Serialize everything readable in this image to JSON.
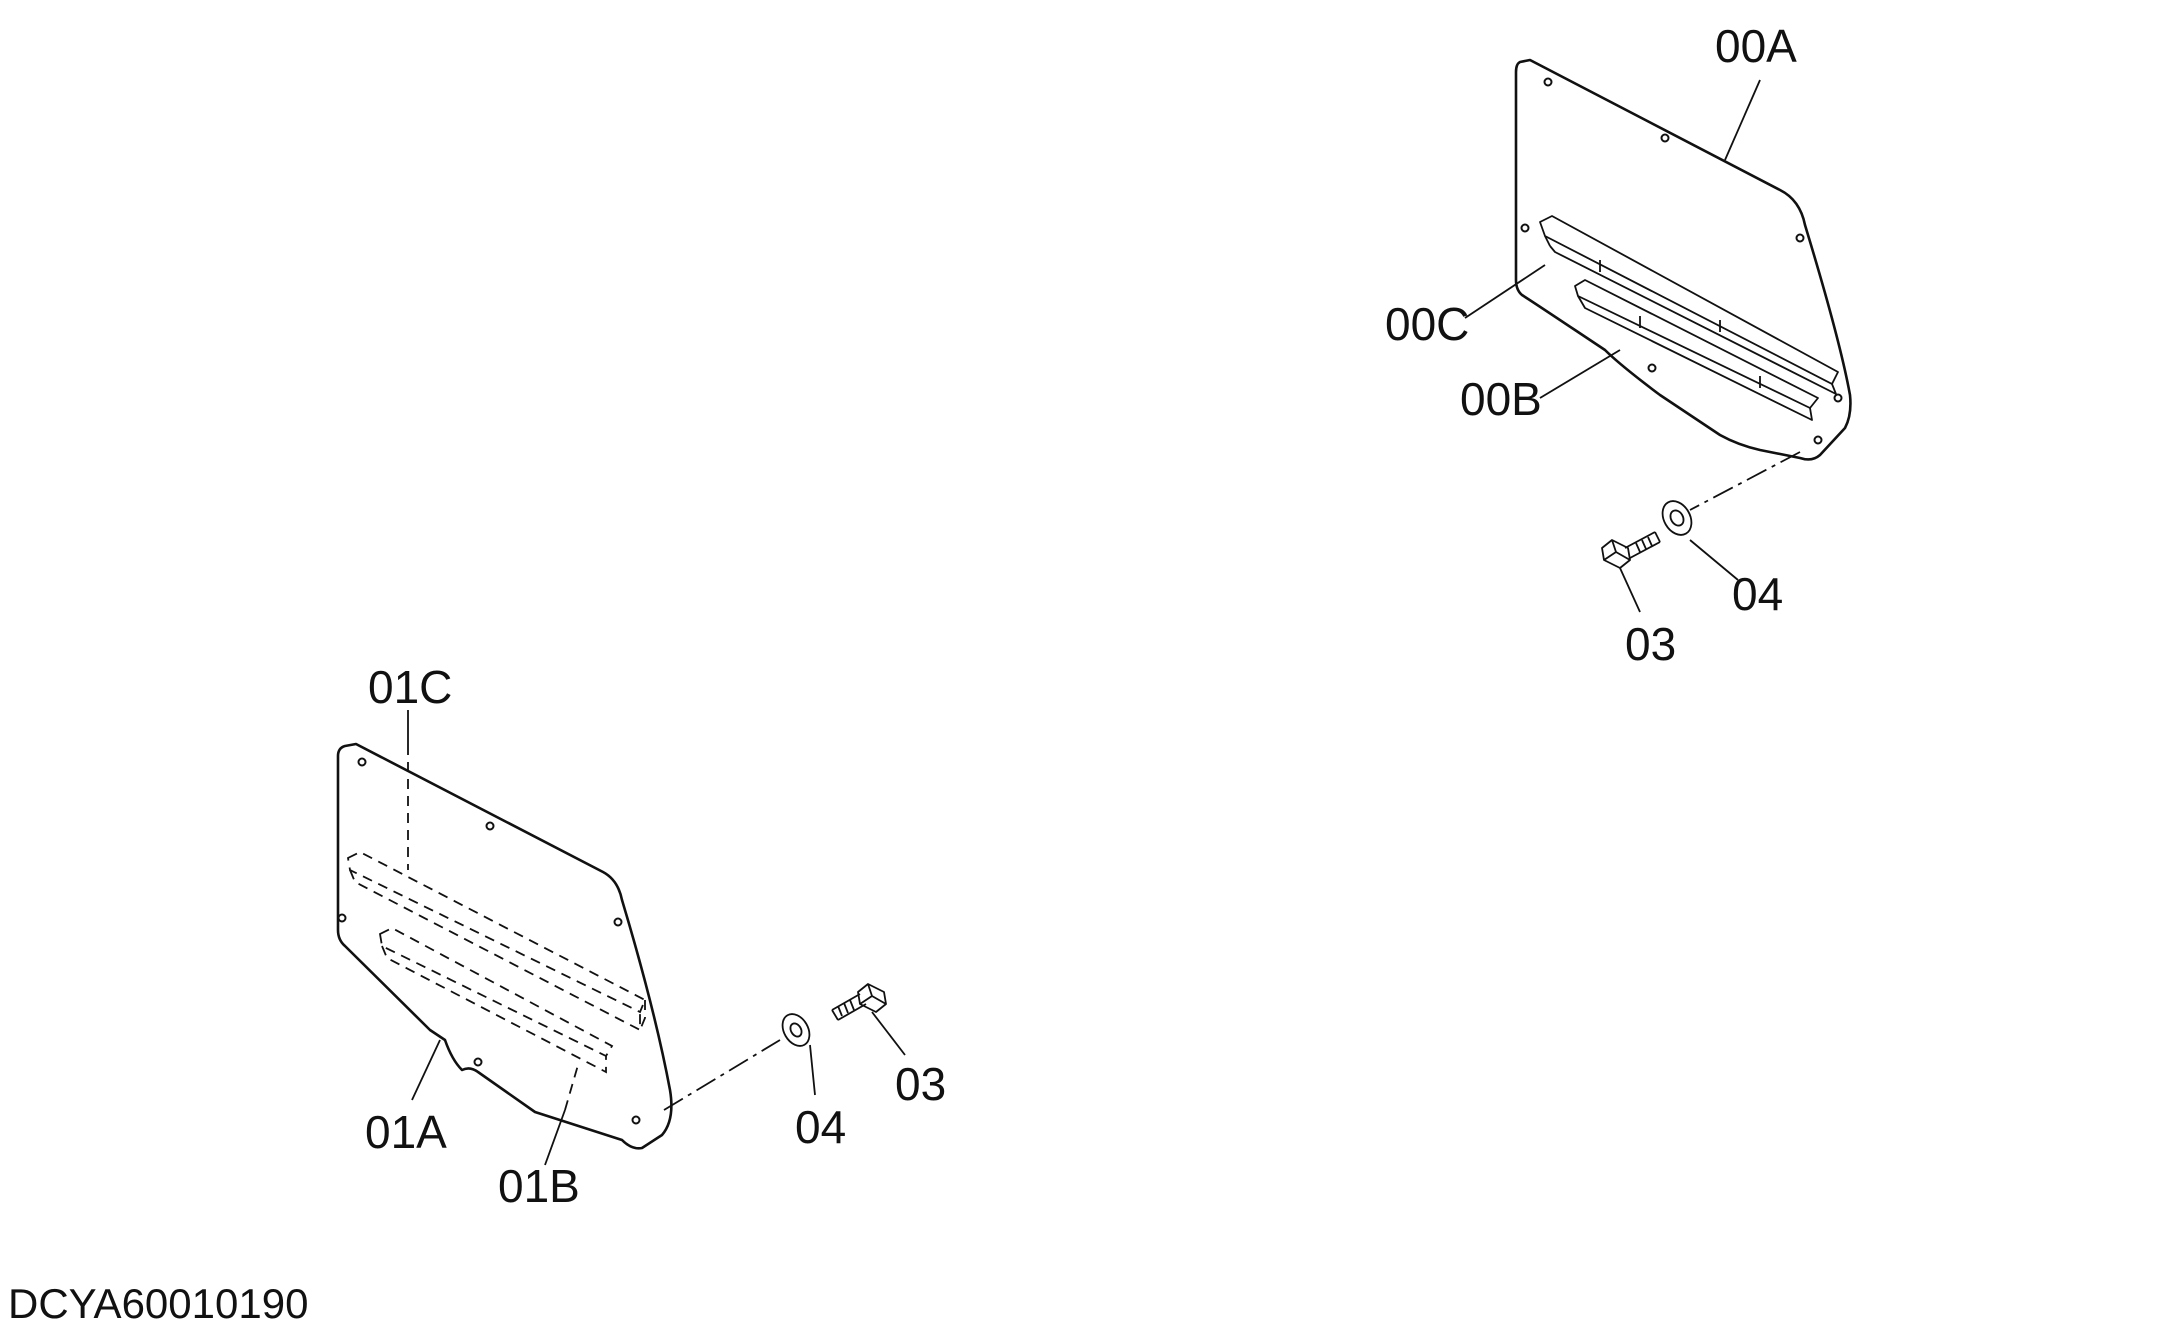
{
  "drawing_number": "DCYA60010190",
  "labels": {
    "upper_cover": "00A",
    "upper_seal_long": "00C",
    "upper_seal_short": "00B",
    "upper_bolt": "03",
    "upper_washer": "04",
    "lower_cover": "01A",
    "lower_seal_short": "01B",
    "lower_seal_long": "01C",
    "lower_washer": "04",
    "lower_bolt": "03"
  }
}
